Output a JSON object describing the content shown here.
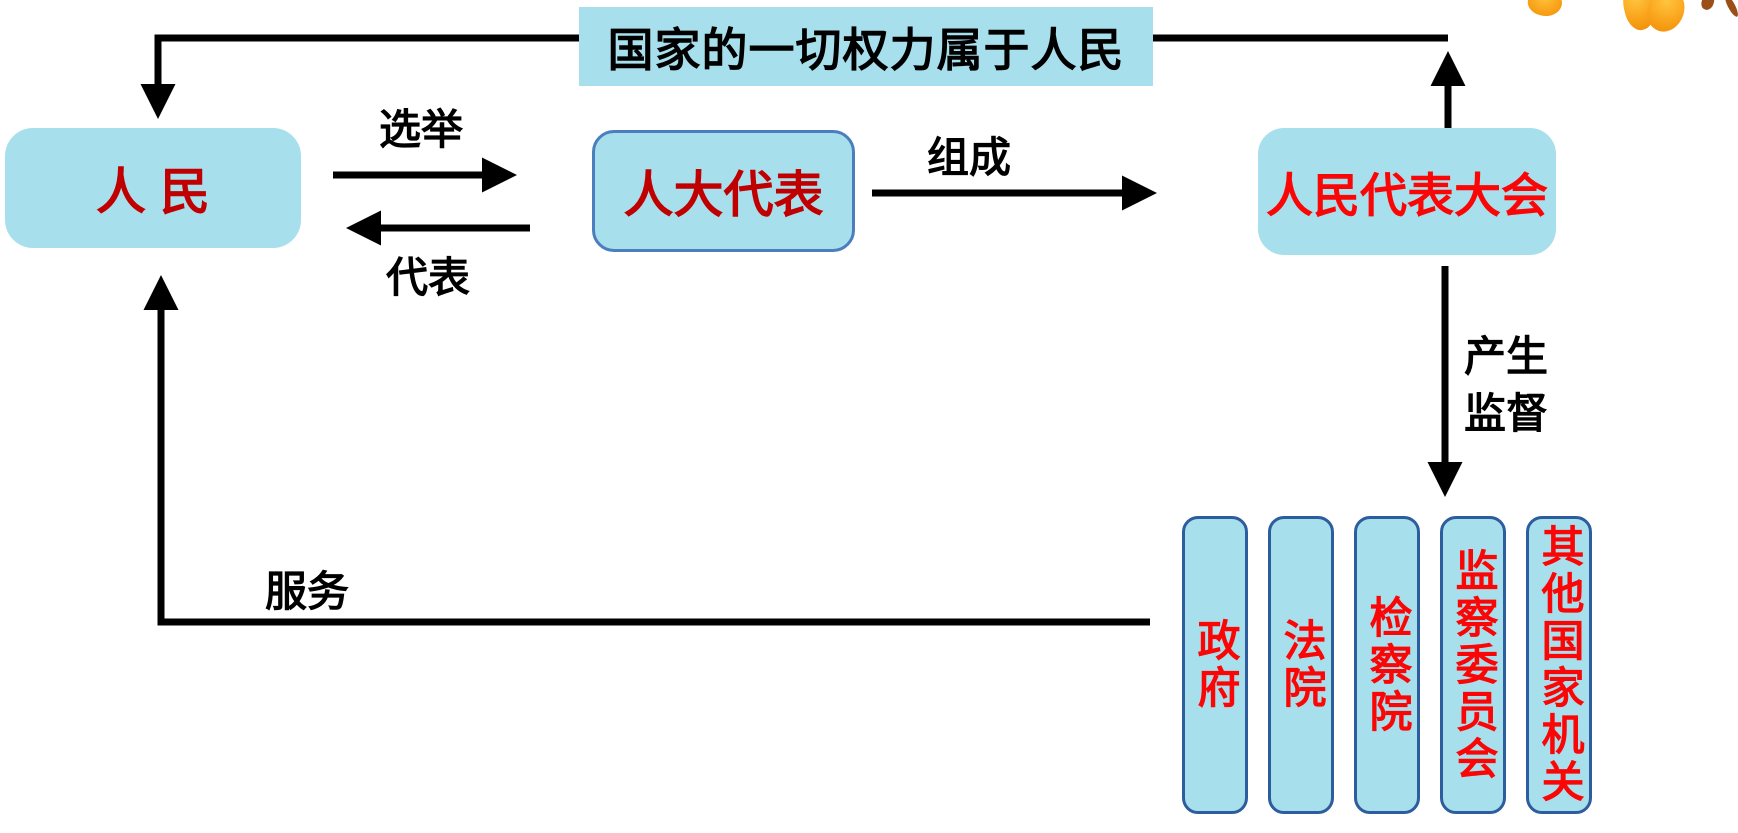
{
  "banner": {
    "text": "国家的一切权力属于人民"
  },
  "nodes": {
    "people": {
      "label": "人 民"
    },
    "deputies": {
      "label": "人大代表"
    },
    "congress": {
      "label": "人民代表大会"
    }
  },
  "edge_labels": {
    "elect": "选举",
    "represent": "代表",
    "compose": "组成",
    "produce": "产生",
    "supervise": "监督",
    "serve": "服务"
  },
  "organs": [
    {
      "label": "政府"
    },
    {
      "label": "法院"
    },
    {
      "label": "检察院"
    },
    {
      "label": "监察委员会"
    },
    {
      "label": "其他国家机关"
    }
  ],
  "decorations": {
    "top_right": "orange-petal-cluster"
  },
  "colors": {
    "box-fill": "#a8dfec",
    "deputies-border": "#4a7ebd",
    "organ-border": "#2e5d9e",
    "dark-red": "#c00000",
    "bright-red": "#fb0606",
    "line-black": "#000000",
    "petal-orange": "#f9a41b"
  }
}
